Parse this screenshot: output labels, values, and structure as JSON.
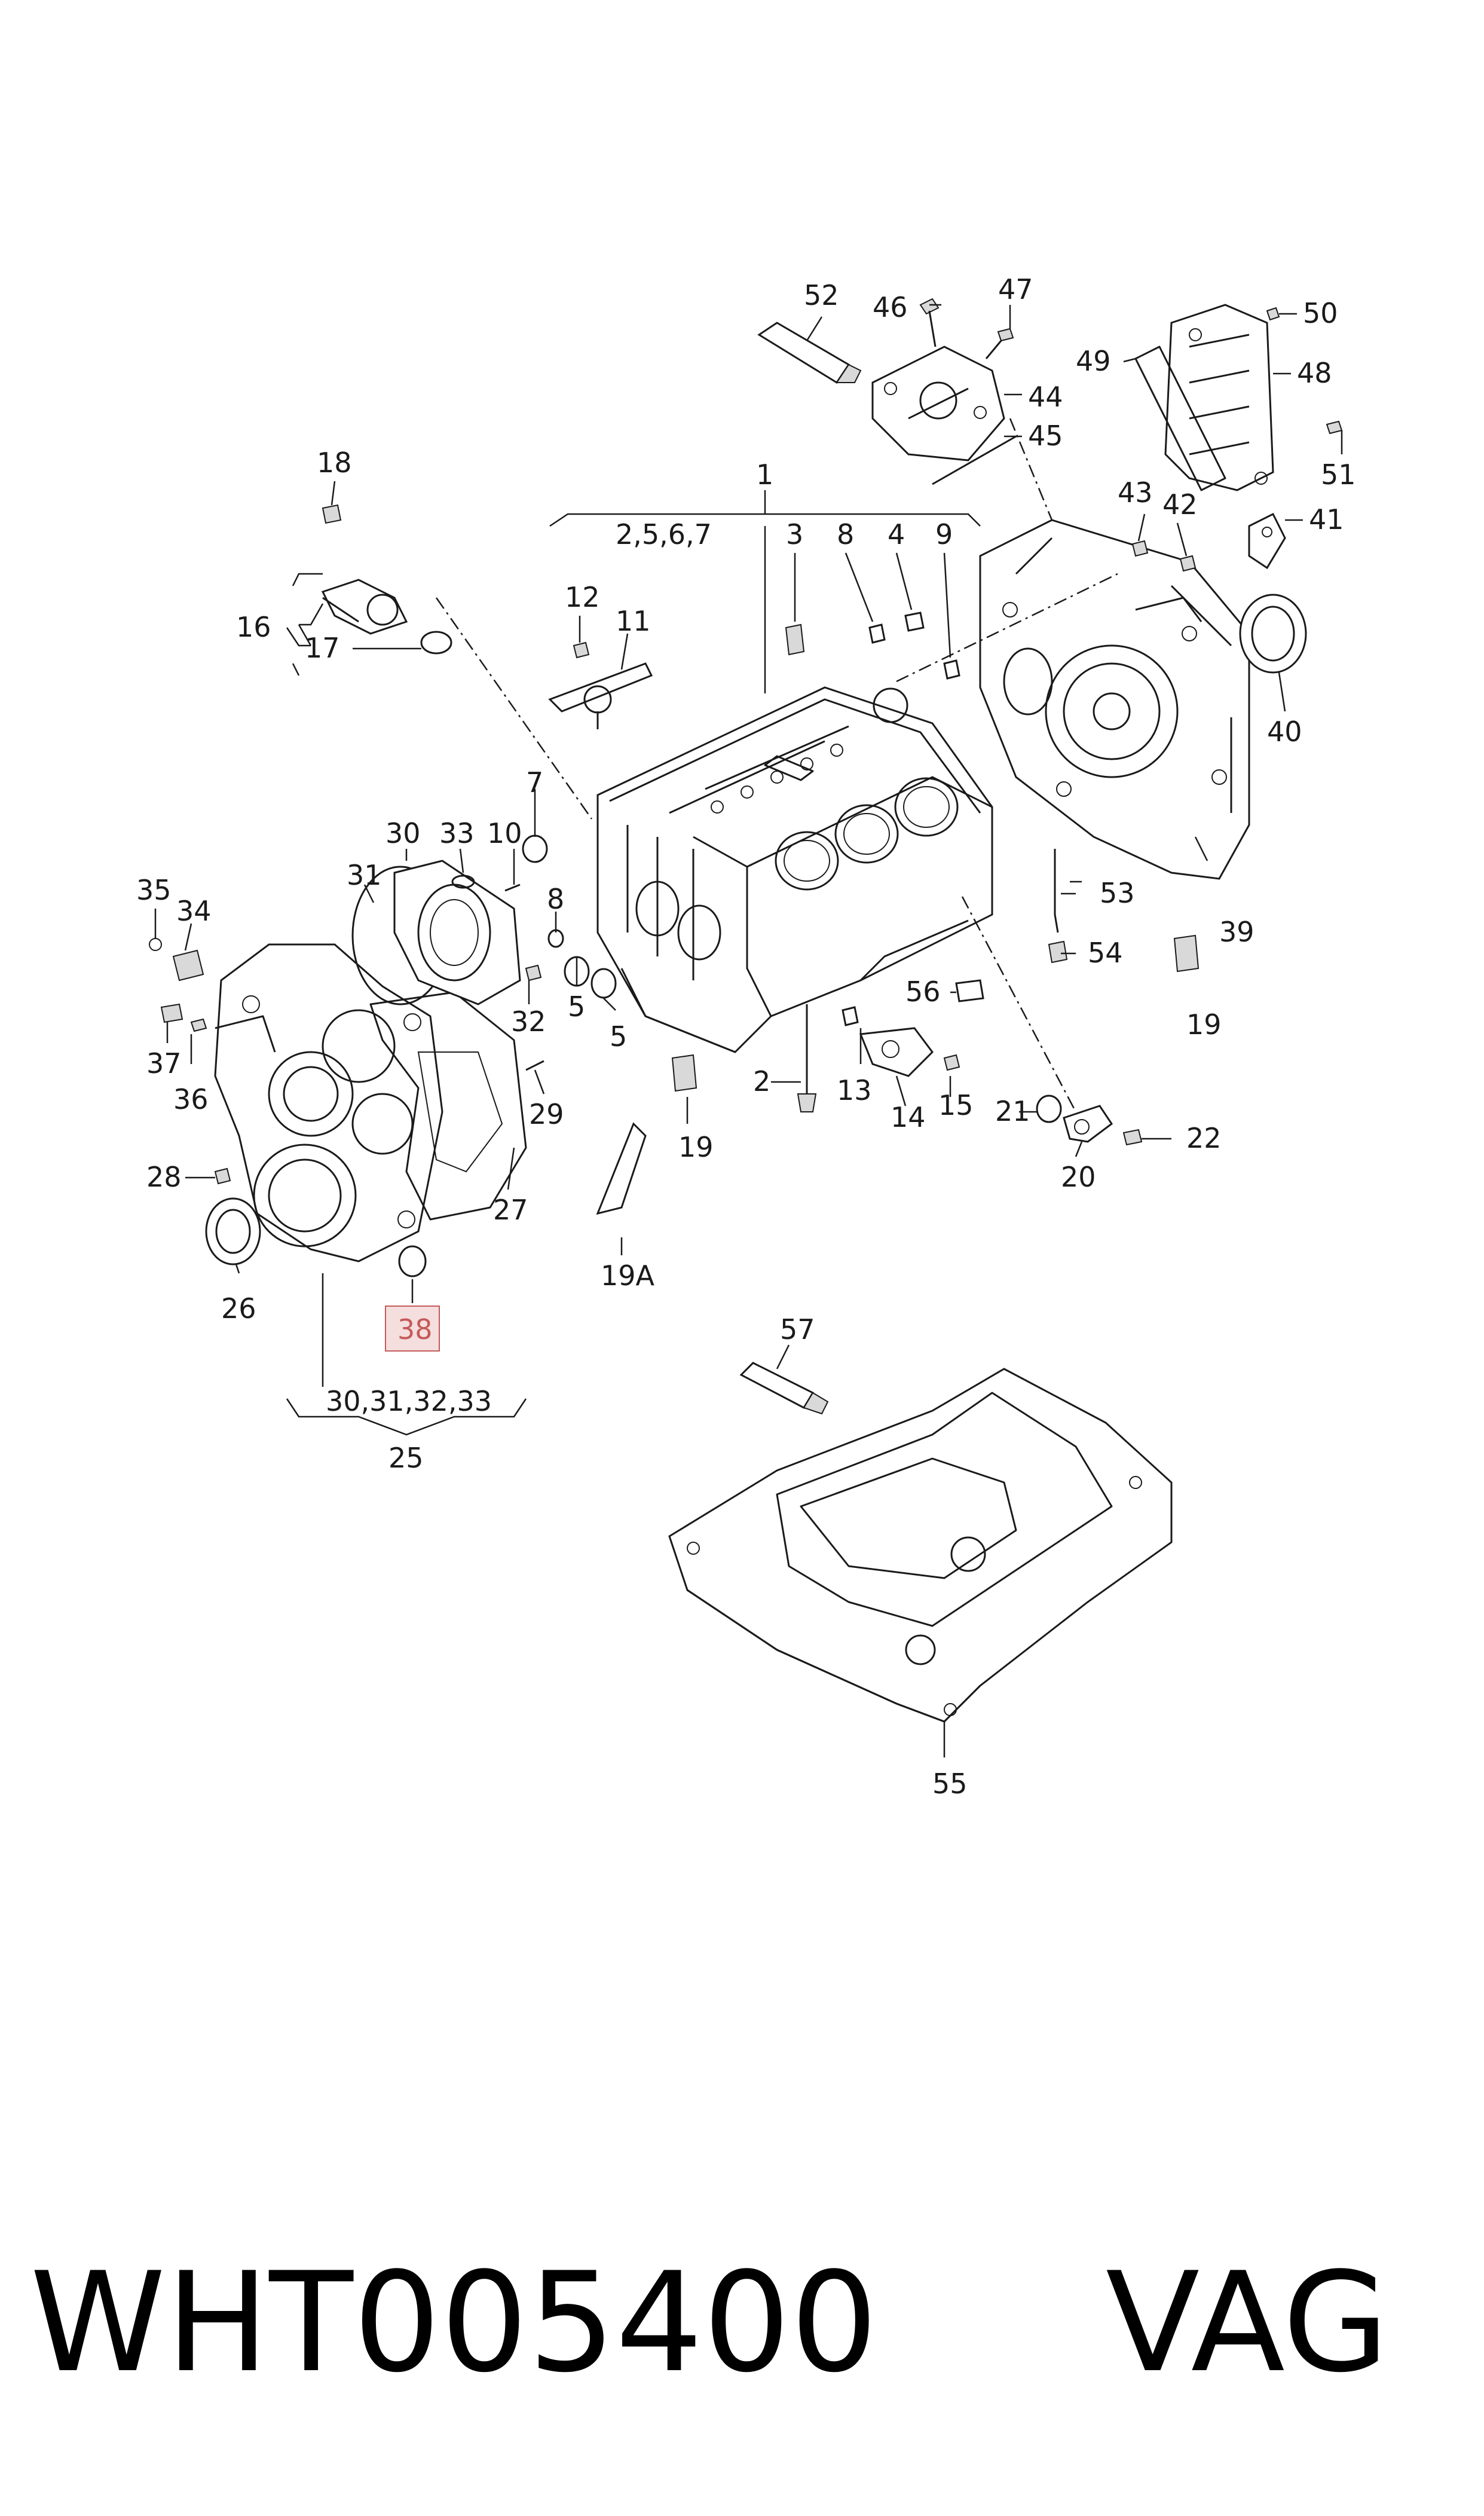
{
  "diagram": {
    "highlight_color": "#f5dede",
    "highlight_stroke": "#c45a5a",
    "labels": {
      "l1": "1",
      "l2567": "2,5,6,7",
      "l3": "3",
      "l8a": "8",
      "l4": "4",
      "l9": "9",
      "l52": "52",
      "l46": "46",
      "l47": "47",
      "l44": "44",
      "l45": "45",
      "l49": "49",
      "l50": "50",
      "l48": "48",
      "l51": "51",
      "l43": "43",
      "l42": "42",
      "l41": "41",
      "l40": "40",
      "l18": "18",
      "l16": "16",
      "l17": "17",
      "l12": "12",
      "l11": "11",
      "l7": "7",
      "l10": "10",
      "l8b": "8",
      "l5a": "5",
      "l5b": "5",
      "l30": "30",
      "l33": "33",
      "l31": "31",
      "l32": "32",
      "l35": "35",
      "l34": "34",
      "l37": "37",
      "l36": "36",
      "l29": "29",
      "l27": "27",
      "l28": "28",
      "l26": "26",
      "l38": "38",
      "l3031": "30,31,32,33",
      "l25": "25",
      "l53": "53",
      "l54": "54",
      "l39": "39",
      "l56": "56",
      "l19a": "19",
      "l2": "2",
      "l13": "13",
      "l14": "14",
      "l15": "15",
      "l21": "21",
      "l20": "20",
      "l22": "22",
      "l19b": "19",
      "l19A": "19A",
      "l57": "57",
      "l55": "55"
    }
  },
  "footer": {
    "part_number": "WHT005400",
    "brand": "VAG"
  }
}
